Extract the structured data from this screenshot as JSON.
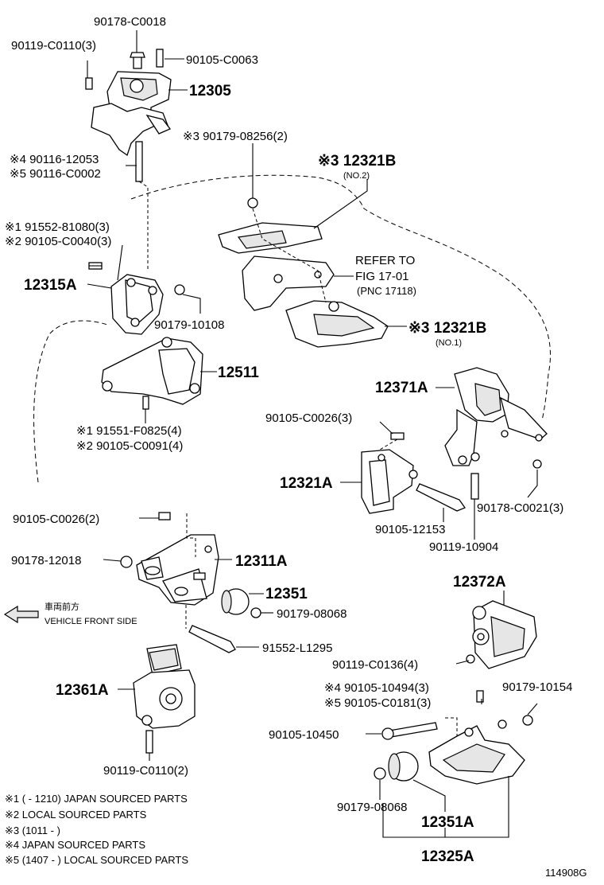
{
  "labels": {
    "p90178_C0018": "90178-C0018",
    "p90119_C0110_3": "90119-C0110(3)",
    "p90105_C0063": "90105-C0063",
    "p12305": "12305",
    "p90179_08256": "※3 90179-08256(2)",
    "p90116_12053": "※4 90116-12053",
    "p90116_C0002": "※5 90116-C0002",
    "p12321B_top": "※3 12321B",
    "no2": "(NO.2)",
    "p91552_81080": "※1 91552-81080(3)",
    "p90105_C0040": "※2 90105-C0040(3)",
    "refer1": "REFER TO",
    "refer2": "FIG 17-01",
    "refer3": "(PNC 17118)",
    "p12315A": "12315A",
    "p90179_10108": "90179-10108",
    "p12321B_bot": "※3 12321B",
    "no1": "(NO.1)",
    "p12511": "12511",
    "p12371A": "12371A",
    "p91551_F0825": "※1 91551-F0825(4)",
    "p90105_C0091": "※2 90105-C0091(4)",
    "p90105_C0026_3": "90105-C0026(3)",
    "p12321A": "12321A",
    "p90178_C0021": "90178-C0021(3)",
    "p90105_12153": "90105-12153",
    "p90119_10904": "90119-10904",
    "p90105_C0026_2": "90105-C0026(2)",
    "p90178_12018": "90178-12018",
    "p12311A": "12311A",
    "p12351_top": "12351",
    "p90179_08068_top": "90179-08068",
    "vehicle_jp": "車両前方",
    "vehicle_en": "VEHICLE FRONT SIDE",
    "p91552_L1295": "91552-L1295",
    "p12372A": "12372A",
    "p90119_C0136": "90119-C0136(4)",
    "p12361A": "12361A",
    "p90105_10494": "※4 90105-10494(3)",
    "p90105_C0181": "※5 90105-C0181(3)",
    "p90179_10154": "90179-10154",
    "p90105_10450": "90105-10450",
    "p90119_C0110_2": "90119-C0110(2)",
    "p90179_08068_bot": "90179-08068",
    "p12351A": "12351A",
    "p12325A": "12325A"
  },
  "notes": [
    "※1 (       - 1210) JAPAN SOURCED PARTS",
    "※2 LOCAL SOURCED PARTS",
    "※3 (1011 -        )",
    "※4 JAPAN SOURCED PARTS",
    "※5 (1407 -        ) LOCAL SOURCED PARTS"
  ],
  "figure_id": "114908G"
}
